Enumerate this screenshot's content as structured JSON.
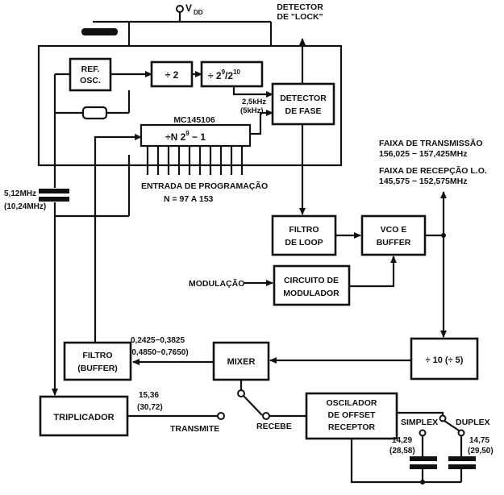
{
  "labels": {
    "vdd": "V",
    "vdd_sub": "DD",
    "detector_lock_1": "DETECTOR",
    "detector_lock_2": "DE \"LOCK\"",
    "ref_osc_1": "REF.",
    "ref_osc_2": "OSC.",
    "div2": "÷ 2",
    "div2910_a": "÷ 2",
    "div2910_sup1": "9",
    "div2910_b": "/2",
    "div2910_sup2": "10",
    "freq_25_1": "2,5kHz",
    "freq_25_2": "(5kHz)",
    "detector_fase_1": "DETECTOR",
    "detector_fase_2": "DE   FASE",
    "mc145106": "MC145106",
    "divn_a": "÷N  2",
    "divn_sup": "9",
    "divn_b": " − 1",
    "entrada_1": "ENTRADA DE PROGRAMAÇÃO",
    "entrada_2": "N = 97  A  153",
    "crystal_1": "5,12MHz",
    "crystal_2": "(10,24MHz)",
    "tx_title": "FAIXA DE TRANSMISSÃO",
    "tx_range": "156,025  −  157,425MHz",
    "rx_title": "FAIXA DE RECEPÇÃO L.O.",
    "rx_range": "145,575  −  152,575MHz",
    "filtro_loop_1": "FILTRO",
    "filtro_loop_2": "DE  LOOP",
    "vco_1": "VCO  E",
    "vco_2": "BUFFER",
    "modulacao": "MODULAÇÃO",
    "circuito_1": "CIRCUITO DE",
    "circuito_2": "MODULADOR",
    "if_freq_1": "0,2425−0,3825",
    "if_freq_2": "(0,4850−0,7650)",
    "filtro_buf_1": "FILTRO",
    "filtro_buf_2": "(BUFFER)",
    "mixer": "MIXER",
    "div10": "÷ 10 (÷ 5)",
    "triplicador": "TRIPLICADOR",
    "trip_freq_1": "15,36",
    "trip_freq_2": "(30,72)",
    "transmite": "TRANSMITE",
    "recebe": "RECEBE",
    "osc_1": "OSCILADOR",
    "osc_2": "DE  OFFSET",
    "osc_3": "RECEPTOR",
    "simplex": "SIMPLEX",
    "duplex": "DUPLEX",
    "xs_1": "14,29",
    "xs_2": "(28,58)",
    "xd_1": "14,75",
    "xd_2": "(29,50)"
  }
}
